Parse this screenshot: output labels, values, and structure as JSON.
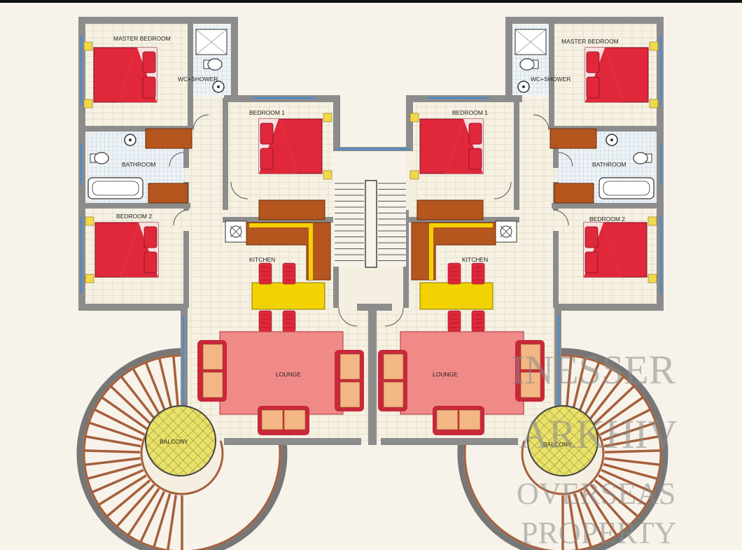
{
  "rooms": {
    "left": {
      "master_bedroom": "MASTER BEDROOM",
      "wc_shower": "WC+SHOWER",
      "bedroom_1": "BEDROOM 1",
      "bathroom": "BATHROOM",
      "bedroom_2": "BEDROOM 2",
      "kitchen": "KITCHEN",
      "lounge": "LOUNGE",
      "balcony": "BALCONY"
    },
    "right": {
      "master_bedroom": "MASTER BEDROOM",
      "wc_shower": "WC+SHOWER",
      "bedroom_1": "BEDROOM 1",
      "bathroom": "BATHROOM",
      "bedroom_2": "BEDROOM 2",
      "kitchen": "KITCHEN",
      "lounge": "LOUNGE",
      "balcony": "BALCONY"
    }
  },
  "watermark": {
    "line1": "INESSER",
    "line2": "ARKHIV",
    "line3": "OVERSEAS",
    "line4": "PROPERTY"
  },
  "colors": {
    "wall": "#8c8c8c",
    "floor": "#f4efe0",
    "bed": "#e0283a",
    "cabinet": "#b5561f",
    "counter": "#f2d200",
    "sofa": "#e5a06a",
    "sofa_frame": "#c8283a",
    "rug": "#f08a88",
    "balcony": "#e8e26a",
    "stair_ring": "#a5603c"
  }
}
